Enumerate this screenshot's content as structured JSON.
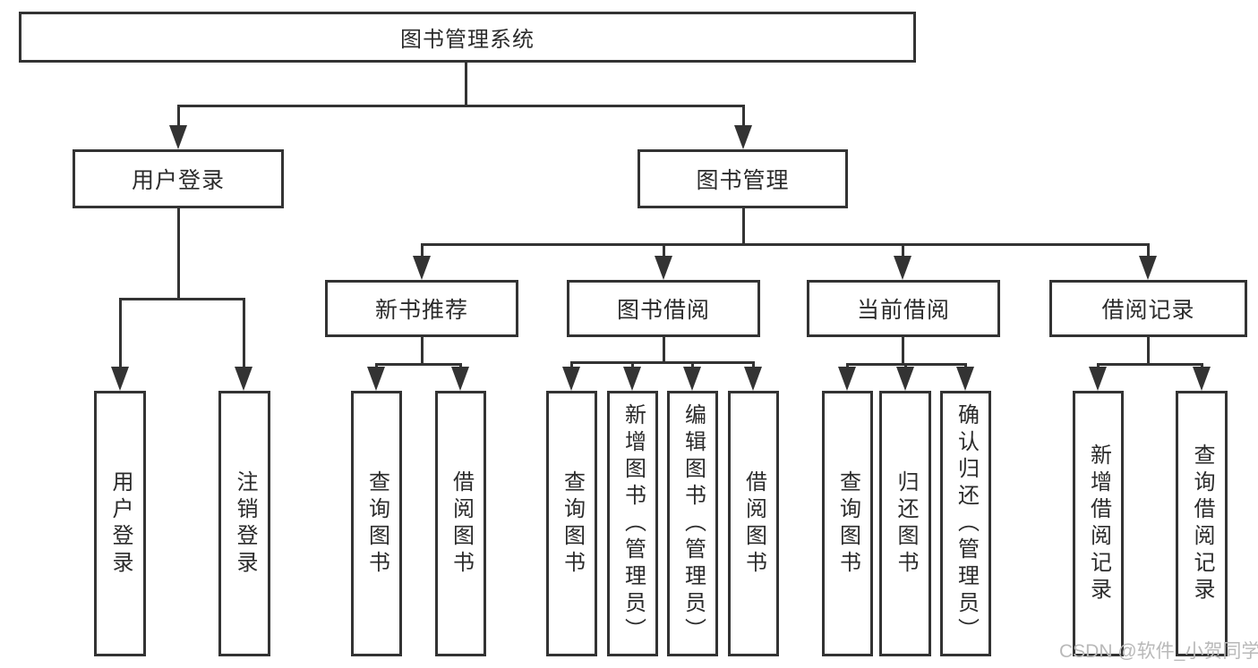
{
  "title": "图书管理系统",
  "tree": {
    "label": "图书管理系统",
    "children": [
      {
        "label": "用户登录",
        "children": [
          {
            "label": "用户登录"
          },
          {
            "label": "注销登录"
          }
        ]
      },
      {
        "label": "图书管理",
        "children": [
          {
            "label": "新书推荐",
            "children": [
              {
                "label": "查询图书"
              },
              {
                "label": "借阅图书"
              }
            ]
          },
          {
            "label": "图书借阅",
            "children": [
              {
                "label": "查询图书"
              },
              {
                "label": "新增图书（管理员）"
              },
              {
                "label": "编辑图书（管理员）"
              },
              {
                "label": "借阅图书"
              }
            ]
          },
          {
            "label": "当前借阅",
            "children": [
              {
                "label": "查询图书"
              },
              {
                "label": "归还图书"
              },
              {
                "label": "确认归还（管理员）"
              }
            ]
          },
          {
            "label": "借阅记录",
            "children": [
              {
                "label": "新增借阅记录"
              },
              {
                "label": "查询借阅记录"
              }
            ]
          }
        ]
      }
    ]
  },
  "watermark": "CSDN @软件_小贺同学",
  "colors": {
    "line": "#333333",
    "text": "#2b2b2b",
    "background": "#ffffff",
    "watermark": "#b9b9b9"
  }
}
